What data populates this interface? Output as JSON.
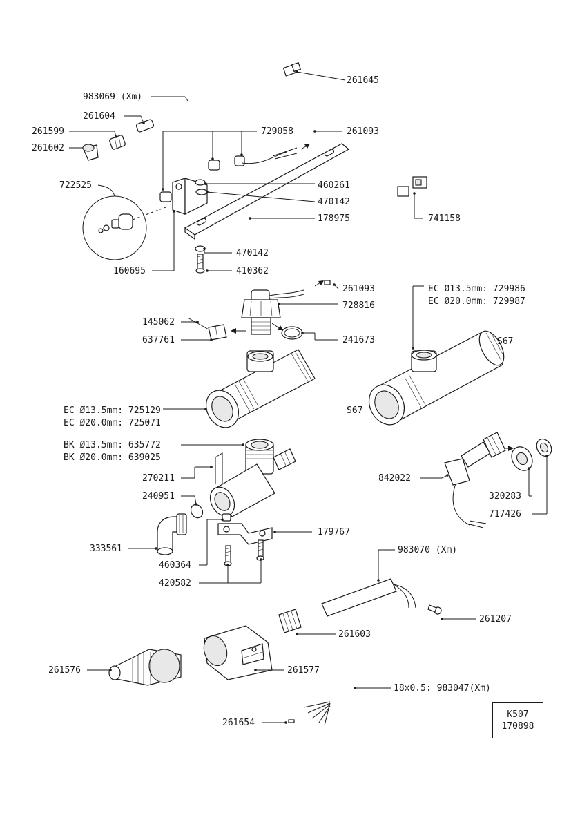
{
  "drawing": {
    "doc_code": "K507",
    "doc_number": "170898"
  },
  "labels": {
    "l261645": "261645",
    "l983069": "983069 (Xm)",
    "l261604": "261604",
    "l261599": "261599",
    "l729058": "729058",
    "l261093a": "261093",
    "l261602": "261602",
    "l722525": "722525",
    "l460261": "460261",
    "l470142a": "470142",
    "l741158": "741158",
    "l178975": "178975",
    "l470142b": "470142",
    "l410362": "410362",
    "l160695": "160695",
    "l261093b": "261093",
    "l728816": "728816",
    "l145062": "145062",
    "l637761": "637761",
    "l241673": "241673",
    "l_ec135": "EC Ø13.5mm: 729986",
    "l_ec200": "EC Ø20.0mm: 729987",
    "l_s67a": "S67",
    "l_s67b": "S67",
    "l725129": "EC Ø13.5mm: 725129",
    "l725071": "EC Ø20.0mm: 725071",
    "l635772": "BK Ø13.5mm: 635772",
    "l639025": "BK Ø20.0mm: 639025",
    "l270211": "270211",
    "l240951": "240951",
    "l842022": "842022",
    "l320283": "320283",
    "l717426": "717426",
    "l333561": "333561",
    "l179767": "179767",
    "l460364": "460364",
    "l420582": "420582",
    "l983070": "983070 (Xm)",
    "l261207": "261207",
    "l261603": "261603",
    "l261576": "261576",
    "l261577": "261577",
    "l983047": "18x0.5: 983047(Xm)",
    "l261654": "261654"
  }
}
